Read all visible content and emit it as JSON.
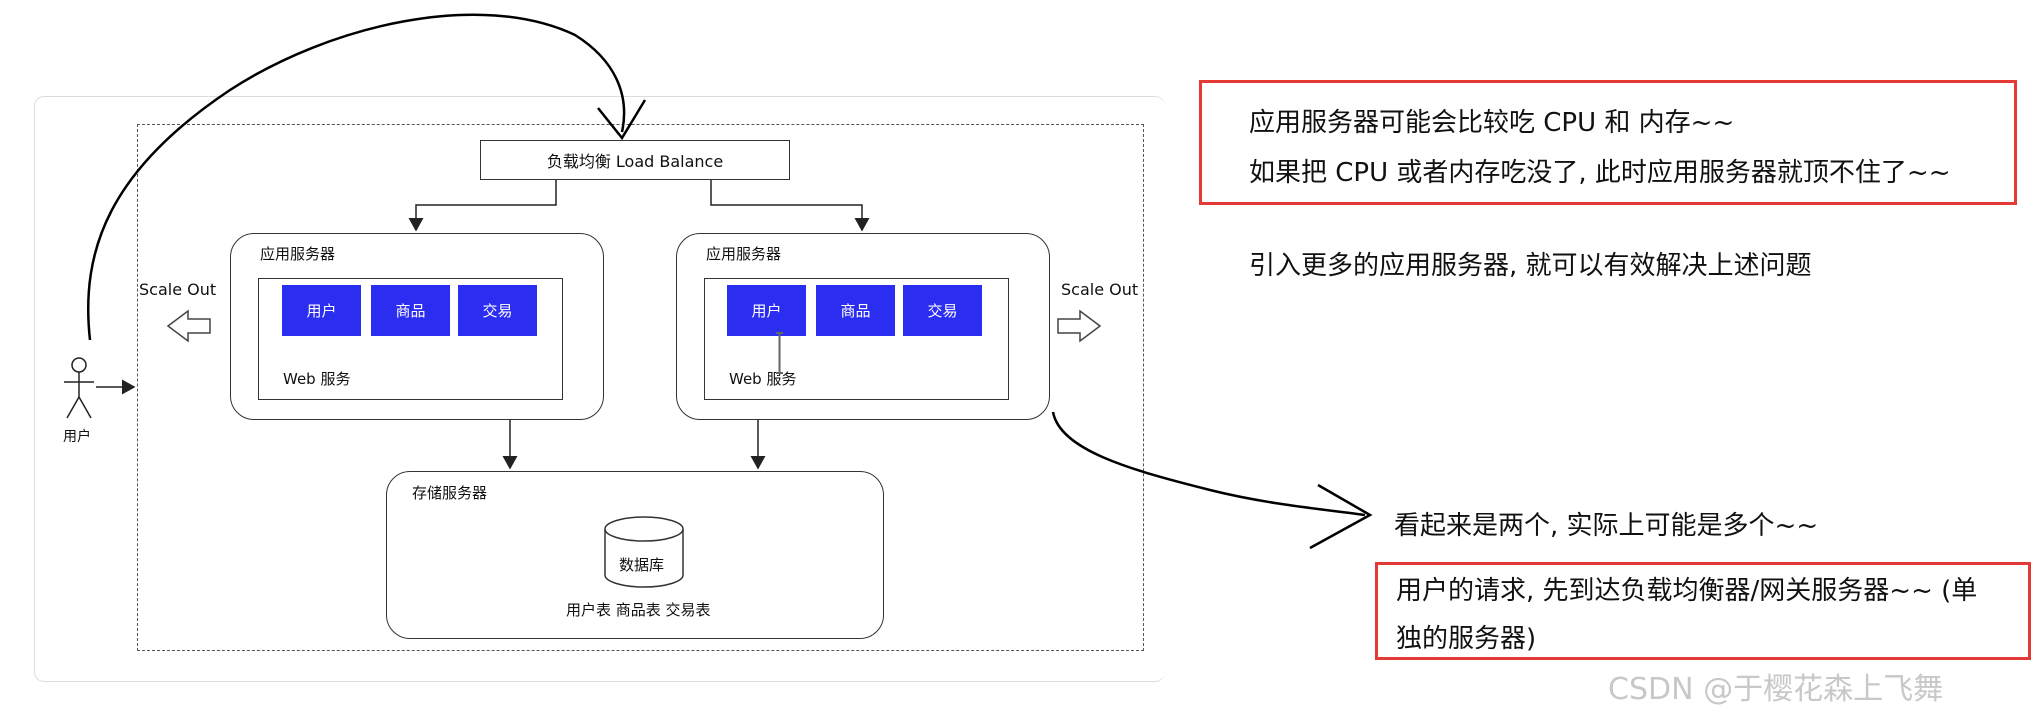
{
  "diagram": {
    "load_balancer": "负载均衡 Load Balance",
    "left_server": {
      "title": "应用服务器",
      "services": [
        "用户",
        "商品",
        "交易"
      ],
      "web_label": "Web 服务"
    },
    "right_server": {
      "title": "应用服务器",
      "services": [
        "用户",
        "商品",
        "交易"
      ],
      "web_label": "Web 服务"
    },
    "scale_out_left": "Scale Out",
    "scale_out_right": "Scale Out",
    "user_label": "用户",
    "storage": {
      "title": "存储服务器",
      "db_label": "数据库",
      "tables": "用户表 商品表 交易表"
    }
  },
  "notes": {
    "box1_line1": "应用服务器可能会比较吃 CPU 和 内存~~",
    "box1_line2": "如果把 CPU 或者内存吃没了, 此时应用服务器就顶不住了~~",
    "plain1": "引入更多的应用服务器, 就可以有效解决上述问题",
    "plain2": "看起来是两个, 实际上可能是多个~~",
    "box2_line1": "用户的请求, 先到达负载均衡器/网关服务器~~ (单",
    "box2_line2": "独的服务器)"
  },
  "colors": {
    "service_fill": "#2b2df0",
    "highlight_border": "#e53935",
    "ink": "#000000"
  },
  "watermark": "CSDN @于樱花森上飞舞"
}
